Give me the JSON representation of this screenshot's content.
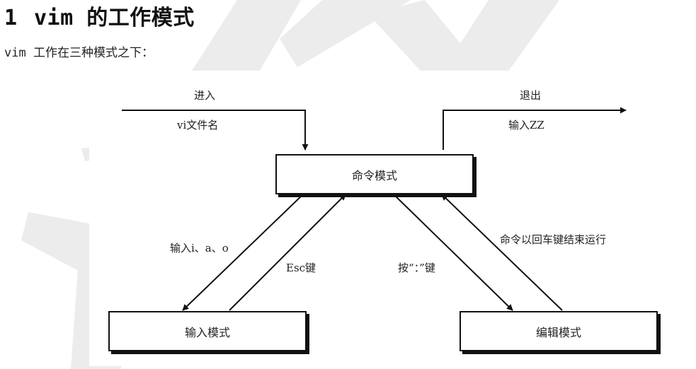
{
  "heading": {
    "number": "1",
    "text": "vim 的工作模式"
  },
  "intro": "vim 工作在三种模式之下：",
  "diagram": {
    "modes": {
      "command": "命令模式",
      "insert": "输入模式",
      "edit": "编辑模式"
    },
    "labels": {
      "enter": "进入",
      "enter_cmd": "vi文件名",
      "exit": "退出",
      "exit_cmd": "输入ZZ",
      "to_insert": "输入i、a、o",
      "esc": "Esc键",
      "colon": "按“：”键",
      "run_end": "命令以回车键结束运行"
    }
  },
  "colors": {
    "text": "#111111",
    "watermark": "#e6e6e6"
  }
}
